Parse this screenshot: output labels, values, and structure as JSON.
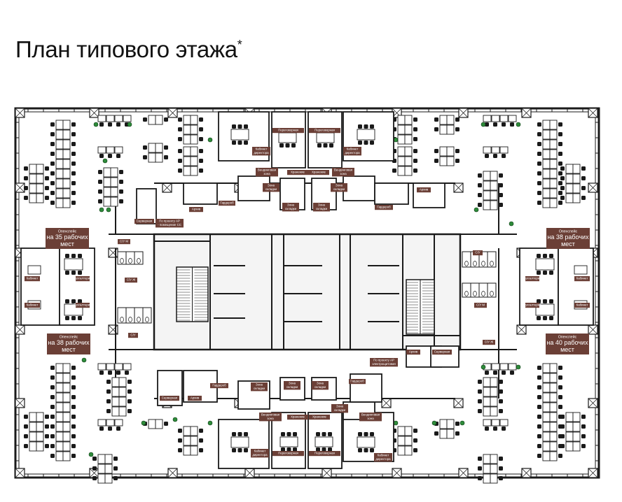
{
  "title": "План типового этажа",
  "title_mark": "*",
  "colors": {
    "label_bg": "#6b3f36",
    "label_text": "#ffffff",
    "wall": "#1a1a1a",
    "fill": "#ffffff",
    "plant": "#2e8b3a",
    "core_fill": "#f4f4f4"
  },
  "zones": [
    {
      "id": "nw",
      "label": "Опенспейс на 35 рабочих мест"
    },
    {
      "id": "ne",
      "label": "Опенспейс на 38 рабочих мест"
    },
    {
      "id": "sw",
      "label": "Опенспейс на 38 рабочих мест"
    },
    {
      "id": "se",
      "label": "Опенспейс на 40 рабочих мест"
    }
  ],
  "zone_lines": [
    [
      "Опенспейс",
      "на 35 рабочих",
      "мест"
    ],
    [
      "Опенспейс",
      "на 38 рабочих",
      "мест"
    ],
    [
      "Опенспейс",
      "на 38 рабочих",
      "мест"
    ],
    [
      "Опенспейс",
      "на 40 рабочих",
      "мест"
    ]
  ],
  "rooms": {
    "cabinet": "Кабинет",
    "buhgalteriya": "Бухгалтерия",
    "peregovornaya": "Переговорная",
    "cabinet_director": [
      "Кабинет",
      "директора"
    ],
    "vending": [
      "Вендинговая",
      "зона"
    ],
    "hranenie": "Хранение",
    "zona_skladki": [
      "Зона",
      "складки"
    ],
    "garderob": "Гардероб",
    "arhiv": "Архив",
    "servernaya": "Серверная",
    "su_m": "С/У М",
    "su_zh": "С/У Ж",
    "su": "С/У",
    "po_proektu_ar": [
      "По проекту АР",
      "- помещение СС"
    ],
    "elektroschitovaya": [
      "По проекту АР",
      "электрощитовая"
    ]
  }
}
